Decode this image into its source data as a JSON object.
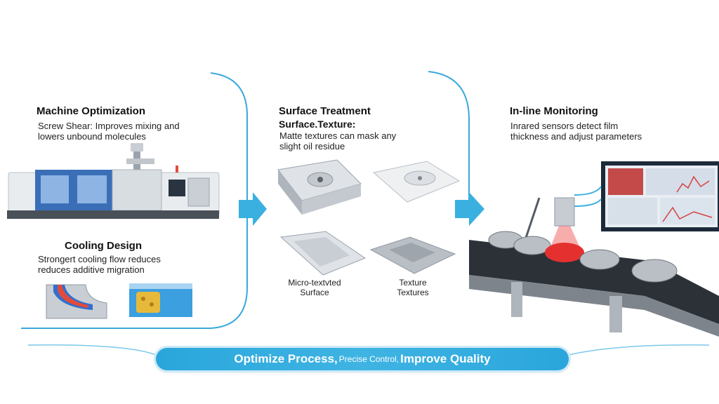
{
  "sections": [
    {
      "title": "Machine Optimization",
      "lines": [
        "Screw Shear: Improves mixing and",
        "lowers unbound molecules"
      ]
    },
    {
      "title": "Surface Treatment",
      "subtitle": "Surface.Texture:",
      "lines": [
        "Matte textures can mask any",
        "slight oil residue"
      ]
    },
    {
      "title": "In-line Monitoring",
      "lines": [
        "Inrared sensors detect film",
        "thickness and adjust parameters"
      ]
    }
  ],
  "cooling": {
    "title": "Cooling Design",
    "lines": [
      "Strongert cooling flow reduces",
      "reduces additive migration"
    ]
  },
  "captions": {
    "micro": [
      "Micro-textvted",
      "Surface"
    ],
    "texture": [
      "Texture",
      "Textures"
    ]
  },
  "banner": {
    "part1": "Optimize Process,",
    "part2": "Precise Control,",
    "part3": "Improve Quality"
  },
  "colors": {
    "accent": "#2aa6dc",
    "arrow": "#3ab0e0",
    "laser": "#e53030"
  }
}
